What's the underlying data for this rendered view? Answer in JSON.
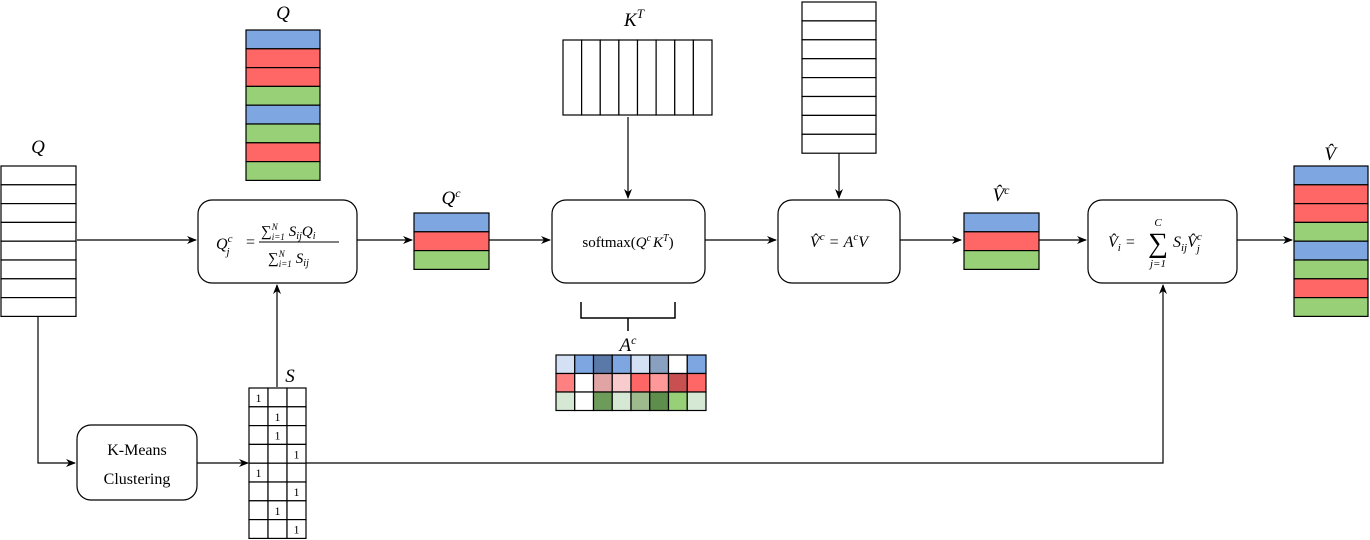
{
  "colors": {
    "blue": "#7ea6e0",
    "red": "#ff6666",
    "green": "#97d077",
    "stroke": "#000000"
  },
  "inputs": {
    "q_left": {
      "label": "Q",
      "rows": 8
    },
    "q_clustered": {
      "label": "Q",
      "row_clusters": [
        "blue",
        "red",
        "red",
        "green",
        "blue",
        "green",
        "red",
        "green"
      ]
    },
    "k_transpose": {
      "label": "K",
      "superscript": "T",
      "columns": 8
    },
    "v": {
      "rows": 8
    }
  },
  "nodes": {
    "centroid_formula": {
      "lhs": "Q",
      "lhs_sup": "c",
      "lhs_sub": "j",
      "eq": "=",
      "numerator_sum": "∑",
      "numerator_upper": "N",
      "numerator_lower": "i=1",
      "numerator_term": "S",
      "numerator_term_sub": "ij",
      "numerator_q": "Q",
      "numerator_q_sub": "i",
      "denominator_sum": "∑",
      "denominator_upper": "N",
      "denominator_lower": "i=1",
      "denominator_term": "S",
      "denominator_term_sub": "ij"
    },
    "softmax": {
      "fn": "softmax(",
      "q": "Q",
      "q_sup": "c",
      "k": "K",
      "k_sup": "T",
      "close": ")"
    },
    "v_hat_c": {
      "lhs": "V̂",
      "lhs_sup": "c",
      "eq": "=",
      "a": "A",
      "a_sup": "c",
      "v": "V"
    },
    "broadcast": {
      "lhs": "V̂",
      "lhs_sub": "i",
      "eq": "=",
      "sum": "∑",
      "upper": "C",
      "lower": "j=1",
      "s": "S",
      "s_sub": "ij",
      "v": "V̂",
      "v_sup": "c",
      "v_sub": "j"
    },
    "kmeans": {
      "line1": "K-Means",
      "line2": "Clustering"
    }
  },
  "intermediates": {
    "q_c": {
      "label": "Q",
      "sup": "c",
      "row_clusters": [
        "blue",
        "red",
        "green"
      ]
    },
    "v_hat_c_block": {
      "label": "V̂",
      "sup": "c",
      "row_clusters": [
        "blue",
        "red",
        "green"
      ]
    },
    "attention": {
      "label": "A",
      "sup": "c",
      "cells": [
        [
          "#d4e1f5",
          "#7ea6e0",
          "#5a78a8",
          "#7ea6e0",
          "#d4e1f5",
          "#8aa0c0",
          "#ffffff",
          "#7ea6e0"
        ],
        [
          "#ff8080",
          "#ffffff",
          "#e0a4a4",
          "#f8cccc",
          "#ff6666",
          "#ff9999",
          "#c85050",
          "#ff6666"
        ],
        [
          "#d5e8d4",
          "#ffffff",
          "#6d9b5a",
          "#d5e8d4",
          "#9dbb8c",
          "#5e8e4b",
          "#97d077",
          "#d5e8d4"
        ]
      ]
    },
    "s_matrix": {
      "label": "S",
      "rows": [
        [
          "1",
          "",
          ""
        ],
        [
          "",
          "1",
          ""
        ],
        [
          "",
          "1",
          ""
        ],
        [
          "",
          "",
          "1"
        ],
        [
          "1",
          "",
          ""
        ],
        [
          "",
          "",
          "1"
        ],
        [
          "",
          "1",
          ""
        ],
        [
          "",
          "",
          "1"
        ]
      ]
    }
  },
  "output": {
    "label": "V̂",
    "row_clusters": [
      "blue",
      "red",
      "red",
      "green",
      "blue",
      "green",
      "red",
      "green"
    ]
  }
}
